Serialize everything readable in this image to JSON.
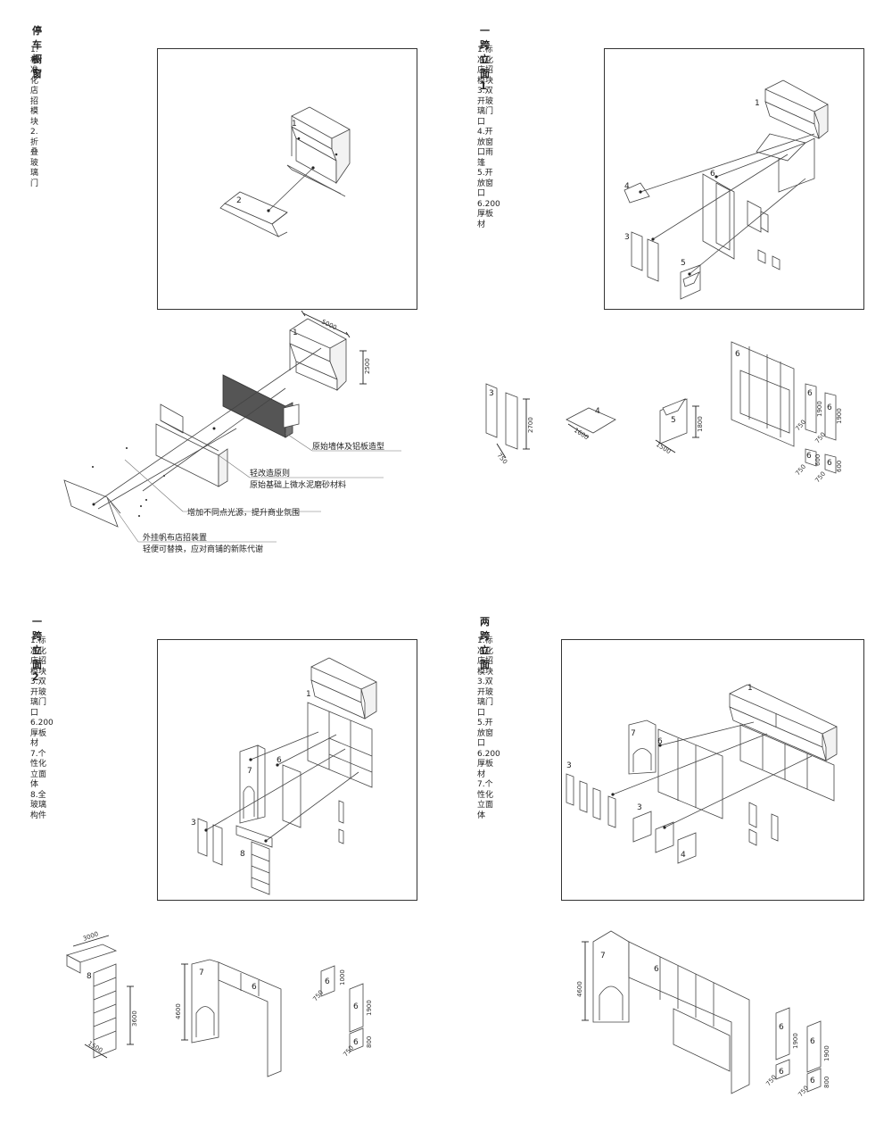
{
  "quadrants": {
    "q1": {
      "title": "停车橱窗",
      "legend": [
        "1.标准化店招模块",
        "2.折叠玻璃门"
      ],
      "labels": [
        "1",
        "2"
      ],
      "exploded_labels": [
        "1"
      ],
      "dims": [
        "5000",
        "2500"
      ],
      "notes": [
        "原始墙体及铝板造型",
        "轻改造原则",
        "原始基础上微水泥磨砂材料",
        "增加不同点光源，提升商业氛围",
        "外挂帆布店招装置",
        "轻便可替换，应对商铺的新陈代谢"
      ]
    },
    "q2": {
      "title": "一跨立面1",
      "legend": [
        "1.标准化店招模块",
        "3.双开玻璃门口",
        "4.开放窗口雨篷",
        "5.开放窗口",
        "6.200厚板材"
      ],
      "labels": [
        "1",
        "4",
        "6",
        "3",
        "5"
      ],
      "parts": {
        "p3": {
          "label": "3",
          "dims": [
            "2700",
            "750"
          ]
        },
        "p4": {
          "label": "4",
          "dims": [
            "1600"
          ]
        },
        "p5": {
          "label": "5",
          "dims": [
            "1800",
            "1500"
          ]
        },
        "p6": {
          "label": "6"
        },
        "small": [
          {
            "label": "6",
            "dims": [
              "1900",
              "750"
            ]
          },
          {
            "label": "6",
            "dims": [
              "1900",
              "750"
            ]
          },
          {
            "label": "6",
            "dims": [
              "600",
              "750"
            ]
          },
          {
            "label": "6",
            "dims": [
              "600",
              "750"
            ]
          }
        ]
      }
    },
    "q3": {
      "title": "一跨立面2",
      "legend": [
        "1.标准化店招模块",
        "3.双开玻璃门口",
        "6.200厚板材",
        "7.个性化立面体",
        "8.全玻璃构件"
      ],
      "labels": [
        "1",
        "7",
        "6",
        "3",
        "8"
      ],
      "parts": {
        "p8": {
          "label": "8",
          "dims": [
            "3000",
            "3600",
            "1500"
          ]
        },
        "p7": {
          "label": "7",
          "dims": [
            "4600"
          ]
        },
        "p6": {
          "label": "6"
        },
        "small": [
          {
            "label": "6",
            "dims": [
              "1000",
              "750"
            ]
          },
          {
            "label": "6",
            "dims": [
              "1900"
            ]
          },
          {
            "label": "6",
            "dims": [
              "800",
              "750"
            ]
          }
        ]
      }
    },
    "q4": {
      "title": "两跨立面",
      "legend": [
        "1.标准化店招模块",
        "3.双开玻璃门口",
        "5.开放窗口",
        "6.200厚板材",
        "7.个性化立面体"
      ],
      "labels": [
        "1",
        "7",
        "6",
        "3",
        "3",
        "4"
      ],
      "parts": {
        "p7": {
          "label": "7",
          "dims": [
            "4600"
          ]
        },
        "p6": {
          "label": "6"
        },
        "small": [
          {
            "label": "6",
            "dims": [
              "1900"
            ]
          },
          {
            "label": "6",
            "dims": [
              "1900"
            ]
          },
          {
            "label": "6",
            "dims": [
              "750"
            ]
          },
          {
            "label": "6",
            "dims": [
              "800",
              "750"
            ]
          }
        ]
      }
    }
  }
}
